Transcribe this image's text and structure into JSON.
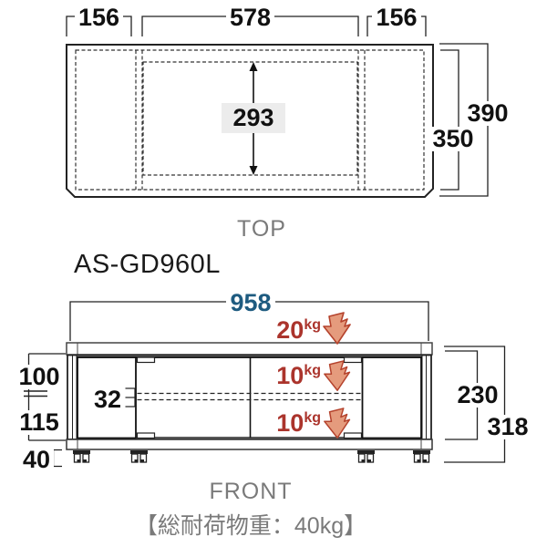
{
  "model_label": "AS-GD960L",
  "top_view": {
    "view_label": "TOP",
    "dim_left_section": "156",
    "dim_center_section": "578",
    "dim_right_section": "156",
    "dim_inner_depth": "293",
    "dim_overall_depth": "390",
    "dim_top_depth": "350"
  },
  "front_view": {
    "view_label": "FRONT",
    "dim_overall_width": "958",
    "dim_upper_section": "100",
    "dim_lower_section": "115",
    "dim_shelf_thickness": "32",
    "dim_caster_height": "40",
    "dim_inner_height": "230",
    "dim_body_height": "318",
    "load_top": {
      "value": "20",
      "unit": "kg"
    },
    "load_middle": {
      "value": "10",
      "unit": "kg"
    },
    "load_bottom": {
      "value": "10",
      "unit": "kg"
    }
  },
  "footer_caption": "【総耐荷物重：40kg】",
  "colors": {
    "dimension_blue": "#1e5b80",
    "load_red": "#ab342c",
    "arrow_fill": "#e59b7d",
    "arrow_outline": "#b5432d",
    "label_gray": "#7a7a7a",
    "line_black": "#222222"
  }
}
